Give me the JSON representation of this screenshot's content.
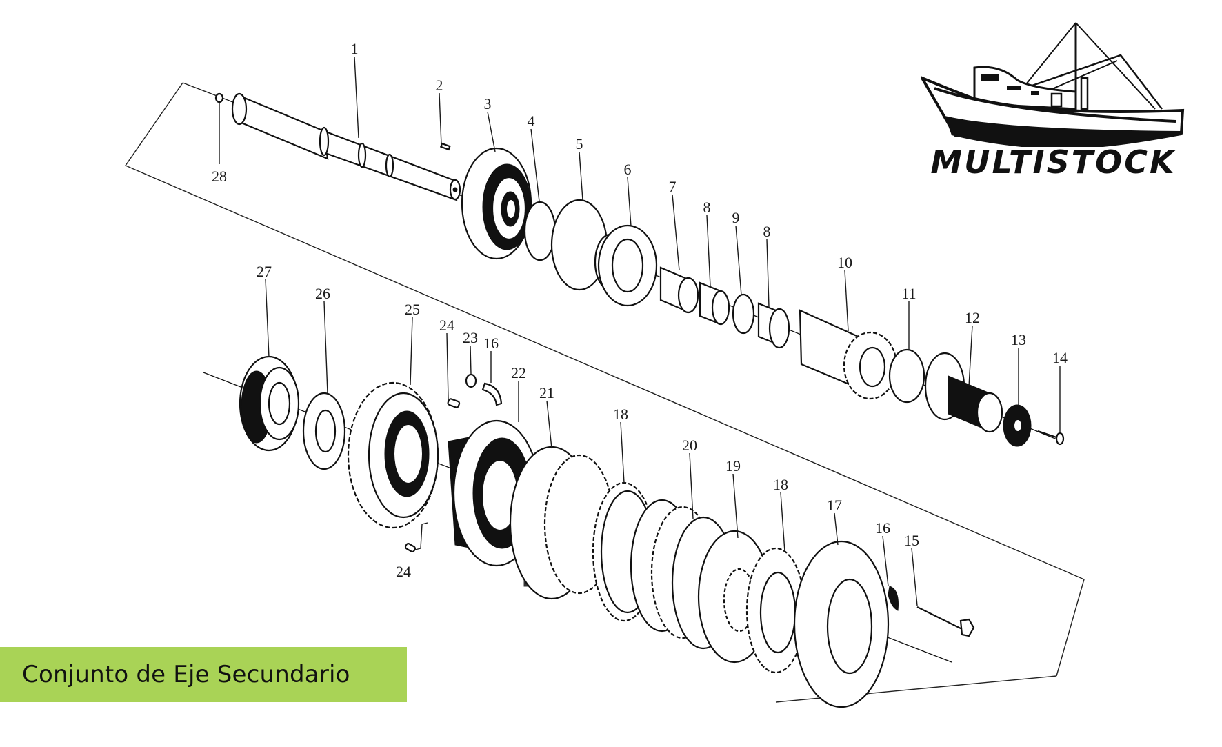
{
  "title": "Conjunto de Eje Secundario",
  "brand": {
    "name": "MULTISTOCK",
    "icon": "fishing-boat-icon"
  },
  "colors": {
    "banner": "#a9d356",
    "ink": "#111111",
    "background": "#ffffff"
  },
  "diagram": {
    "type": "exploded-parts-view",
    "part_labels": [
      "1",
      "2",
      "3",
      "4",
      "5",
      "6",
      "7",
      "8",
      "9",
      "8",
      "10",
      "11",
      "12",
      "13",
      "14",
      "28",
      "27",
      "26",
      "25",
      "24",
      "23",
      "16",
      "22",
      "21",
      "18",
      "20",
      "19",
      "18",
      "17",
      "16",
      "15",
      "24"
    ]
  }
}
